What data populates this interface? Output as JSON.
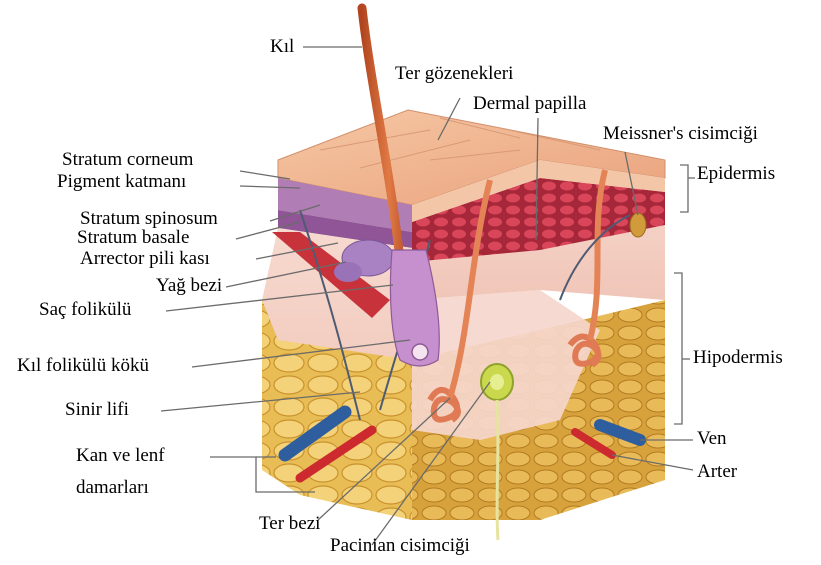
{
  "labels": {
    "kil": "Kıl",
    "ter_gozenekleri": "Ter gözenekleri",
    "dermal_papilla": "Dermal papilla",
    "meissner": "Meissner's cisimciği",
    "stratum_corneum": "Stratum corneum",
    "pigment": "Pigment katmanı",
    "epidermis": "Epidermis",
    "stratum_spinosum": "Stratum spinosum",
    "stratum_basale": "Stratum basale",
    "arrector": "Arrector pili kası",
    "yag_bezi": "Yağ bezi",
    "sac_folikulu": "Saç folikülü",
    "hipodermis": "Hipodermis",
    "kil_folikulu_koku": "Kıl folikülü kökü",
    "sinir_lifi": "Sinir lifi",
    "ven": "Ven",
    "kan_lenf_1": "Kan ve lenf",
    "kan_lenf_2": "damarları",
    "arter": "Arter",
    "ter_bezi": "Ter bezi",
    "pacinian": "Pacinian cisimciği"
  },
  "colors": {
    "epidermis_surface": "#f2b48c",
    "pigment_layer": "#a36aa6",
    "dermis": "#f6d6cc",
    "fat": "#e8b94a",
    "hair": "#c9562a",
    "vein": "#2d5b9c",
    "artery": "#c8232a",
    "leader": "#555555"
  }
}
